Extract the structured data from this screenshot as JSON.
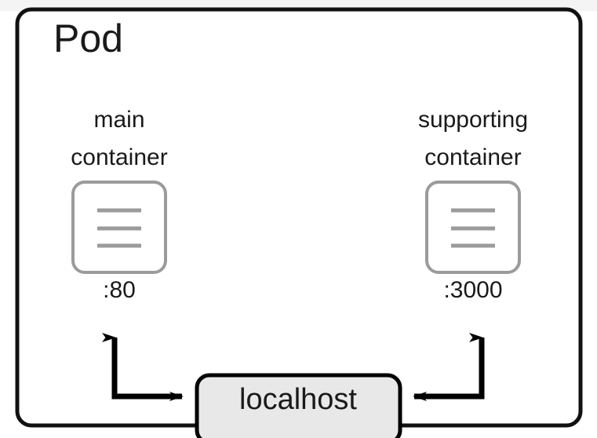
{
  "diagram": {
    "title": "Pod",
    "type": "kubernetes-pod-sidecar",
    "pod": {
      "label": "Pod",
      "border_color": "#000000",
      "fill_color": "#ffffff"
    },
    "containers": [
      {
        "id": "main",
        "label_line1": "main",
        "label_line2": "container",
        "port": ":80",
        "icon": "document-lines-icon",
        "icon_border_color": "#9b9b9b",
        "icon_line_color": "#9b9b9b"
      },
      {
        "id": "supporting",
        "label_line1": "supporting",
        "label_line2": "container",
        "port": ":3000",
        "icon": "document-lines-icon",
        "icon_border_color": "#9b9b9b",
        "icon_line_color": "#9b9b9b"
      }
    ],
    "network": {
      "label": "localhost",
      "fill_color": "#e8e8e8",
      "border_color": "#000000"
    },
    "connections": [
      {
        "id": "main-to-localhost",
        "from": "main container :80",
        "to": "localhost",
        "style": "double-headed-elbow"
      },
      {
        "id": "supporting-to-localhost",
        "from": "supporting container :3000",
        "to": "localhost",
        "style": "double-headed-elbow"
      }
    ],
    "colors": {
      "line": "#000000",
      "icon_gray": "#9b9b9b",
      "network_fill": "#e8e8e8",
      "background": "#ffffff",
      "top_band": "#f4f4f4"
    }
  }
}
